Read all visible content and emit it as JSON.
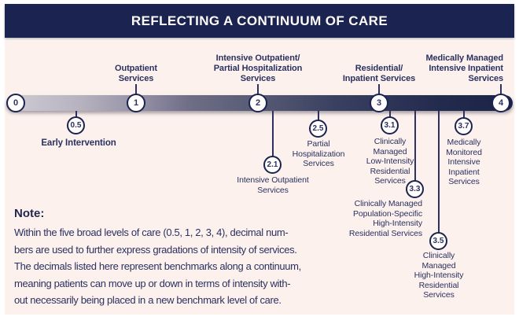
{
  "header": {
    "title": "REFLECTING A CONTINUUM OF CARE"
  },
  "colors": {
    "navy": "#1b2350",
    "text_navy": "#2b3161",
    "panel_bg": "#fcf1ec",
    "bar_gradient_light": "#d0cdd5",
    "bar_gradient_dark": "#1b2347",
    "circle_fill": "#ffffff"
  },
  "continuum": {
    "axis_min": 0,
    "axis_max": 4,
    "main_levels": [
      {
        "value": "0"
      },
      {
        "value": "1",
        "label": "Outpatient\nServices"
      },
      {
        "value": "2",
        "label": "Intensive Outpatient/\nPartial Hospitalization\nServices"
      },
      {
        "value": "3",
        "label": "Residential/\nInpatient Services"
      },
      {
        "value": "4",
        "label": "Medically Managed\nIntensive Inpatient\nServices"
      }
    ],
    "sub_levels": [
      {
        "value": "0.5",
        "label": "Early Intervention"
      },
      {
        "value": "2.1",
        "label": "Intensive Outpatient\nServices"
      },
      {
        "value": "2.5",
        "label": "Partial\nHospitalization\nServices"
      },
      {
        "value": "3.1",
        "label": "Clinically\nManaged\nLow-Intensity\nResidential\nServices"
      },
      {
        "value": "3.3",
        "label": "Clinically Managed\nPopulation-Specific\nHigh-Intensity\nResidential Services"
      },
      {
        "value": "3.5",
        "label": "Clinically\nManaged\nHigh-Intensity\nResidential\nServices"
      },
      {
        "value": "3.7",
        "label": "Medically\nMonitored\nIntensive\nInpatient\nServices"
      }
    ]
  },
  "note": {
    "heading": "Note:",
    "body": "Within the five broad levels of care (0.5, 1, 2, 3, 4), decimal num-\nbers are used to further express gradations of intensity of services.\nThe decimals listed here represent benchmarks along a continuum,\nmeaning patients can move up or down in terms of intensity with-\nout necessarily being placed in a new benchmark level of care."
  }
}
